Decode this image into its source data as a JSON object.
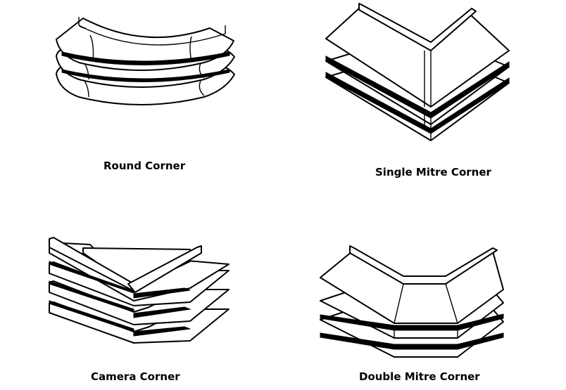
{
  "figure": {
    "panels": [
      {
        "id": "round",
        "label": "Round Corner"
      },
      {
        "id": "single-mitre",
        "label": "Single Mitre Corner"
      },
      {
        "id": "camera",
        "label": "Camera Corner"
      },
      {
        "id": "double-mitre",
        "label": "Double Mitre Corner"
      }
    ],
    "line_color": "#000000",
    "background": "#ffffff"
  }
}
